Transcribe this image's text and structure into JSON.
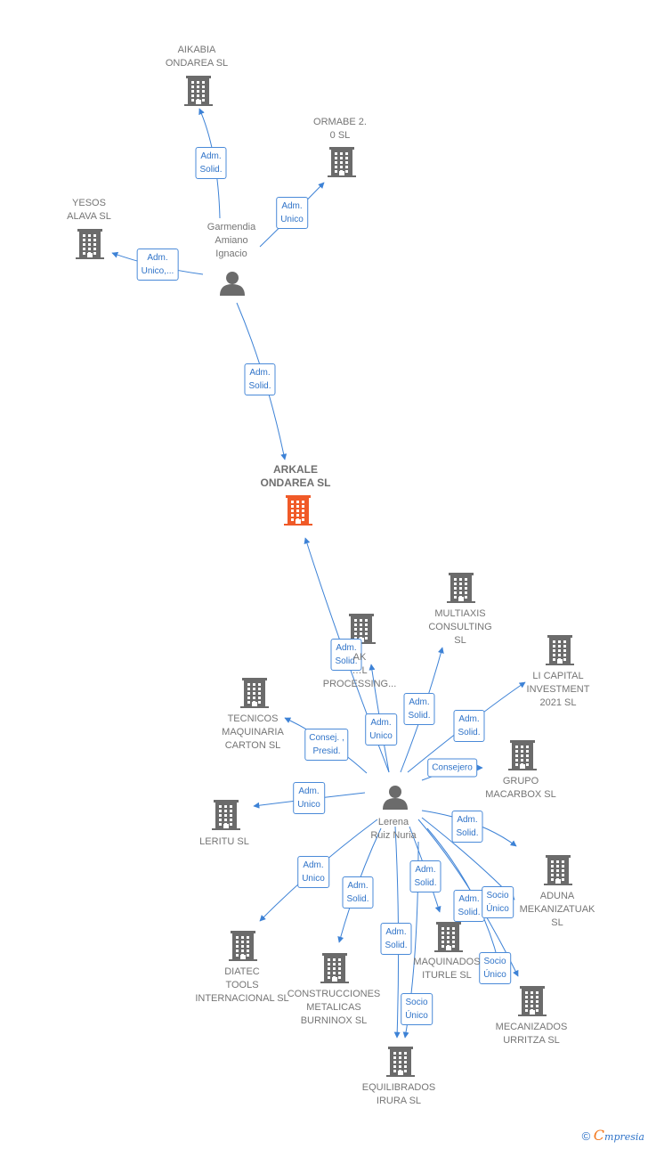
{
  "companies": [
    {
      "id": "aikabia",
      "label": "AIKABIA\nONDAREA  SL",
      "highlight": false
    },
    {
      "id": "ormabe",
      "label": "ORMABE 2.\n0  SL",
      "highlight": false
    },
    {
      "id": "yesos",
      "label": "YESOS\nALAVA SL",
      "highlight": false
    },
    {
      "id": "arkale",
      "label": "ARKALE\nONDAREA  SL",
      "highlight": true
    },
    {
      "id": "multiaxis",
      "label": "MULTIAXIS\nCONSULTING\nSL",
      "highlight": false
    },
    {
      "id": "processing",
      "label": "AK\n…L\nPROCESSING...",
      "highlight": false
    },
    {
      "id": "licapital",
      "label": "LI CAPITAL\nINVESTMENT\n2021  SL",
      "highlight": false
    },
    {
      "id": "tecnicos",
      "label": "TECNICOS\nMAQUINARIA\nCARTON SL",
      "highlight": false
    },
    {
      "id": "grupo",
      "label": "GRUPO\nMACARBOX  SL",
      "highlight": false
    },
    {
      "id": "leritu",
      "label": "LERITU  SL",
      "highlight": false
    },
    {
      "id": "aduna",
      "label": "ADUNA\nMEKANIZATUAK\nSL",
      "highlight": false
    },
    {
      "id": "diatec",
      "label": "DIATEC\nTOOLS\nINTERNACIONAL SL",
      "highlight": false
    },
    {
      "id": "maquinados",
      "label": "MAQUINADOS\nITURLE SL",
      "highlight": false
    },
    {
      "id": "construcciones",
      "label": "CONSTRUCCIONES\nMETALICAS\nBURNINOX  SL",
      "highlight": false
    },
    {
      "id": "mecanizados",
      "label": "MECANIZADOS\nURRITZA  SL",
      "highlight": false
    },
    {
      "id": "equilibrados",
      "label": "EQUILIBRADOS\nIRURA  SL",
      "highlight": false
    }
  ],
  "people": [
    {
      "id": "garmendia",
      "label": "Garmendia\nAmiano\nIgnacio"
    },
    {
      "id": "lerena",
      "label": "Lerena\nRuiz Nuria"
    }
  ],
  "edges": [
    {
      "from": "garmendia",
      "to": "aikabia",
      "label": "Adm.\nSolid."
    },
    {
      "from": "garmendia",
      "to": "ormabe",
      "label": "Adm.\nUnico"
    },
    {
      "from": "garmendia",
      "to": "yesos",
      "label": "Adm.\nUnico,..."
    },
    {
      "from": "garmendia",
      "to": "arkale",
      "label": "Adm.\nSolid."
    },
    {
      "from": "lerena",
      "to": "arkale",
      "label": "Adm.\nSolid."
    },
    {
      "from": "lerena",
      "to": "processing",
      "label": "Adm.\nUnico"
    },
    {
      "from": "lerena",
      "to": "multiaxis",
      "label": "Adm.\nSolid."
    },
    {
      "from": "lerena",
      "to": "licapital",
      "label": "Adm.\nSolid."
    },
    {
      "from": "lerena",
      "to": "tecnicos",
      "label": "Consej. ,\nPresid."
    },
    {
      "from": "lerena",
      "to": "grupo",
      "label": "Consejero"
    },
    {
      "from": "lerena",
      "to": "leritu",
      "label": "Adm.\nUnico"
    },
    {
      "from": "lerena",
      "to": "aduna",
      "label": "Adm.\nSolid."
    },
    {
      "from": "lerena",
      "to": "diatec",
      "label": "Adm.\nUnico"
    },
    {
      "from": "lerena",
      "to": "construcciones",
      "label": "Adm.\nSolid."
    },
    {
      "from": "lerena",
      "to": "maquinados",
      "label": "Adm.\nSolid."
    },
    {
      "from": "lerena",
      "to": "mecanizados",
      "label": "Adm.\nSolid."
    },
    {
      "from": "lerena",
      "to": "mecanizados2",
      "label": "Socio\nÚnico"
    },
    {
      "from": "lerena",
      "to": "mecanizados3",
      "label": "Socio\nÚnico"
    },
    {
      "from": "lerena",
      "to": "equilibrados",
      "label": "Adm.\nSolid."
    },
    {
      "from": "lerena",
      "to": "equilibrados2",
      "label": "Socio\nÚnico"
    }
  ],
  "colors": {
    "building": "#6b6b6b",
    "highlight": "#f05a28",
    "edge": "#3d82d6",
    "person": "#6b6b6b"
  },
  "footer": {
    "copyright": "©",
    "brand_e": "C",
    "brand_rest": "mpresia"
  }
}
